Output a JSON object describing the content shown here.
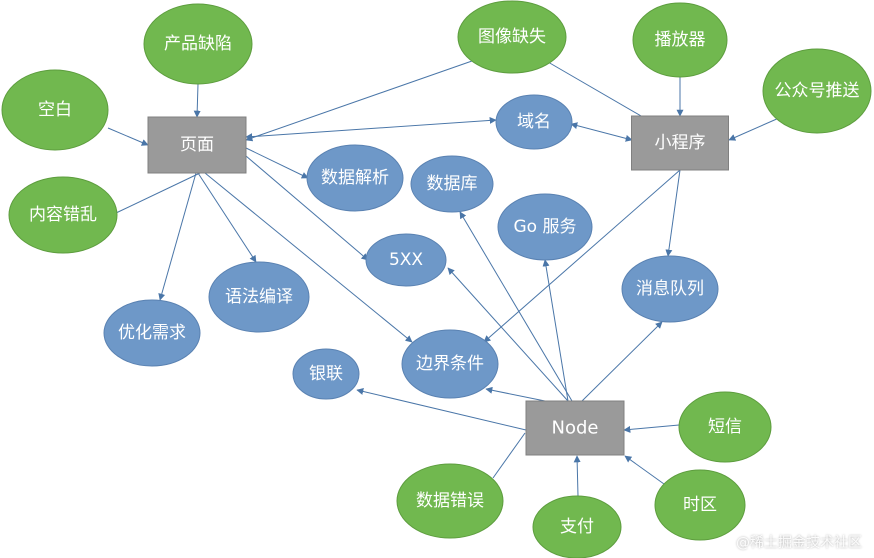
{
  "colors": {
    "green": "#71b84f",
    "green_stroke": "#5d9d3e",
    "blue": "#6e98c8",
    "blue_stroke": "#5a82b2",
    "gray": "#9a9a9a",
    "gray_stroke": "#808080",
    "edge": "#4a76a8"
  },
  "nodes": {
    "kongbai": "空白",
    "chanpin_quexian": "产品缺陷",
    "yemian": "页面",
    "tuxiang_queshi": "图像缺失",
    "bofangqi": "播放器",
    "gongzhonghao_tuisong": "公众号推送",
    "yuming": "域名",
    "xiaochengxu": "小程序",
    "shuju_jiexi": "数据解析",
    "shujuku": "数据库",
    "go_fuwu": "Go 服务",
    "neirong_cuoluan": "内容错乱",
    "xxx5": "5XX",
    "xiaoxi_duilie": "消息队列",
    "youhua_xuqiu": "优化需求",
    "yufa_bianyi": "语法编译",
    "bianjie_tiaojian": "边界条件",
    "yinlian": "银联",
    "node": "Node",
    "duanxin": "短信",
    "shuju_cuowu": "数据错误",
    "shiqu": "时区",
    "zhifu": "支付"
  },
  "watermark": "@稀土掘金技术社区"
}
